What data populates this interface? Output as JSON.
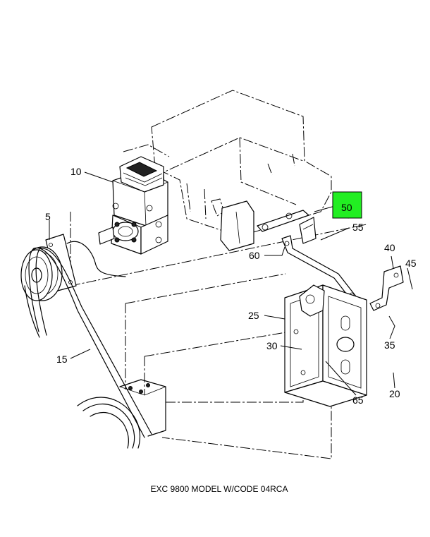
{
  "caption": "EXC 9800 MODEL W/CODE 04RCA",
  "highlight_color": "#22ee22",
  "callouts": {
    "c5": "5",
    "c10": "10",
    "c15": "15",
    "c20": "20",
    "c25": "25",
    "c30": "30",
    "c35": "35",
    "c40": "40",
    "c45": "45",
    "c50": "50",
    "c55": "55",
    "c60": "60",
    "c65": "65"
  }
}
